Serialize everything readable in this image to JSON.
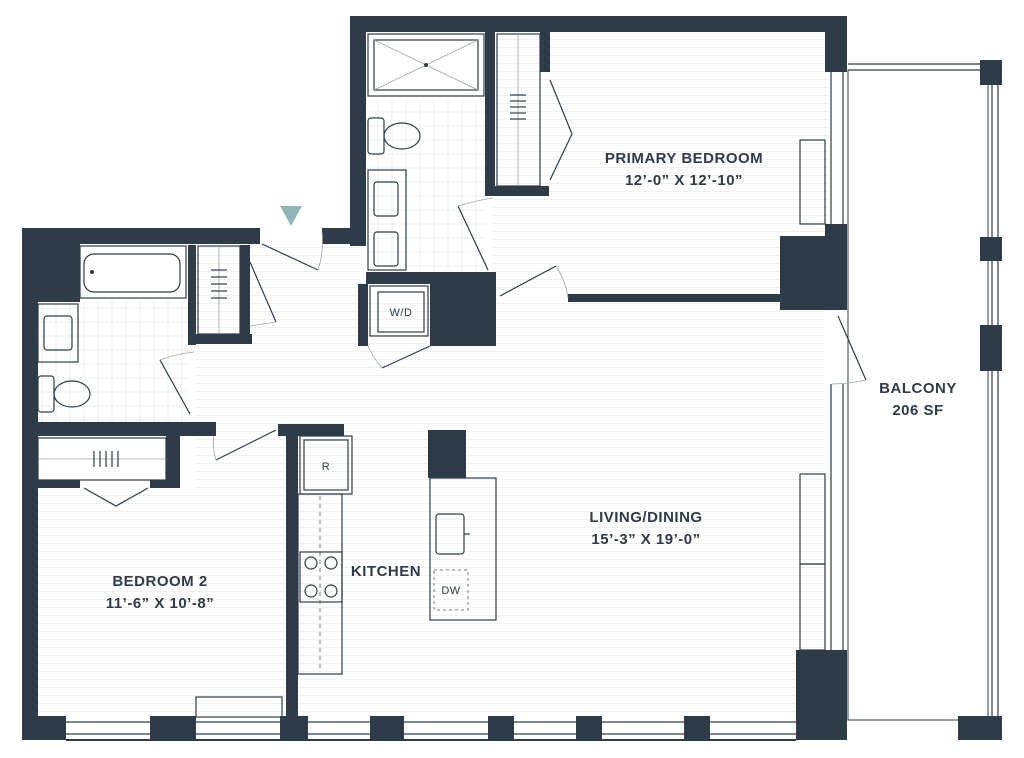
{
  "rooms": {
    "primary_bedroom": {
      "name": "PRIMARY BEDROOM",
      "dims": "12’-0” X 12’-10”"
    },
    "bedroom_2": {
      "name": "BEDROOM 2",
      "dims": "11’-6” X 10’-8”"
    },
    "living_dining": {
      "name": "LIVING/DINING",
      "dims": "15’-3” X 19’-0”"
    },
    "kitchen": {
      "name": "KITCHEN"
    },
    "balcony": {
      "name": "BALCONY",
      "area": "206 SF"
    }
  },
  "appliances": {
    "washer_dryer": "W/D",
    "refrigerator": "R",
    "dishwasher": "DW"
  },
  "colors": {
    "wall": "#2e3b48",
    "entry_marker": "#8fb5b7",
    "floor_lines": "#eef0f2"
  }
}
